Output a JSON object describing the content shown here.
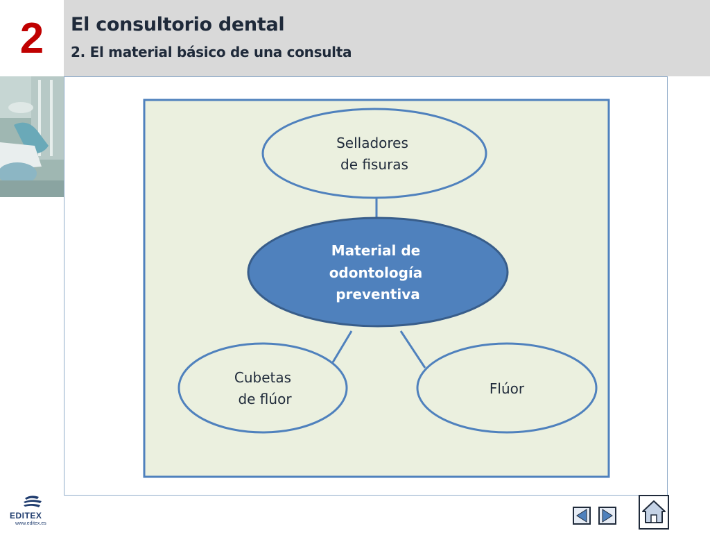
{
  "header": {
    "chapter_number": "2",
    "title": "El consultorio dental",
    "subtitle": "2. El material básico de una consulta"
  },
  "diagram": {
    "center": {
      "lines": [
        "Material de",
        "odontología",
        "preventiva"
      ]
    },
    "top": {
      "lines": [
        "Selladores",
        "de fisuras"
      ]
    },
    "left": {
      "lines": [
        "Cubetas",
        "de flúor"
      ]
    },
    "right": {
      "lines": [
        "Flúor"
      ]
    }
  },
  "footer": {
    "logo_text": "EDITEX",
    "logo_url": "www.editex.es"
  },
  "colors": {
    "accent_red": "#c00000",
    "panel_bg": "#ebf0df",
    "outline_blue": "#4f81bd",
    "center_fill": "#4f81bd",
    "header_bg": "#d9d9d9"
  },
  "icons": {
    "prev": "triangle-left-icon",
    "next": "triangle-right-icon",
    "home": "home-icon"
  }
}
